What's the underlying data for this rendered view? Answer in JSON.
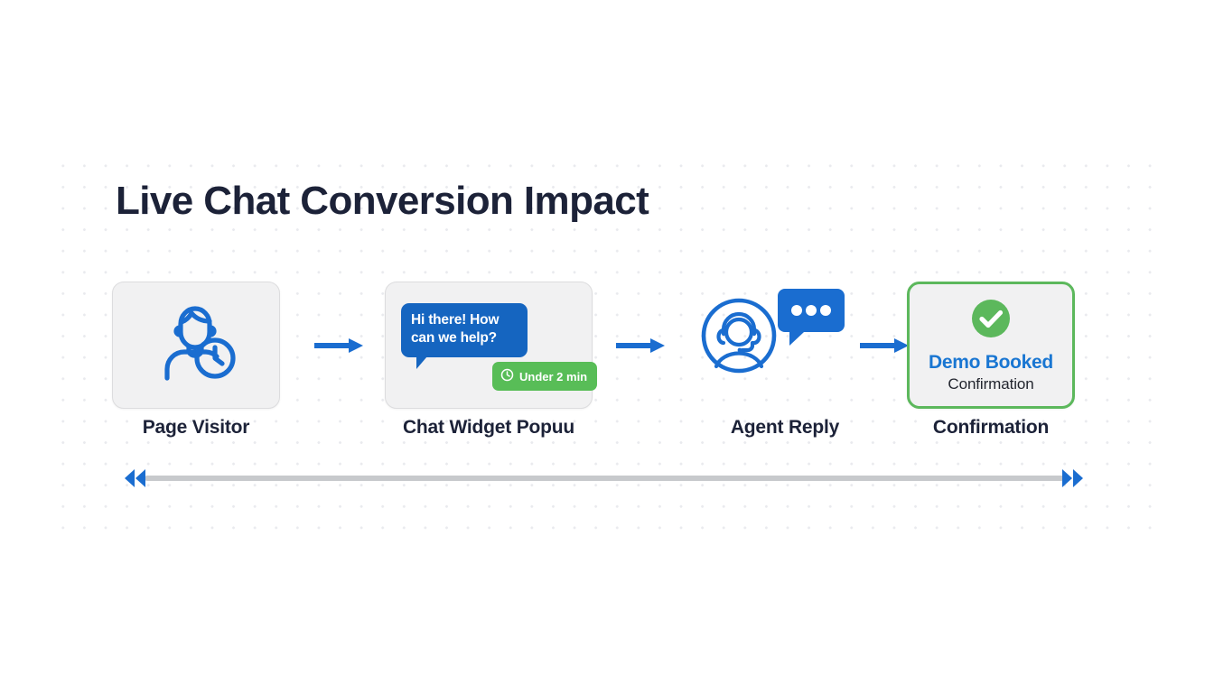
{
  "page": {
    "title": "Live Chat Conversion Impact",
    "background_color": "#ffffff",
    "dot_grid_color": "#e9eaee",
    "accent_blue": "#1a6dd0",
    "accent_green": "#58bd57",
    "title_color": "#1c2238"
  },
  "flow": {
    "stages": [
      {
        "id": "page-visitor",
        "label": "Page Visitor",
        "icon": "visitor-with-clock-icon",
        "card_style": "filled"
      },
      {
        "id": "chat-widget-popup",
        "label": "Chat Widget Popuu",
        "icon": "chat-bubble-icon",
        "card_style": "filled",
        "bubble_text": "Hi there! How can we help?",
        "badge": {
          "icon": "clock-icon",
          "text": "Under 2 min",
          "color": "#58bd57"
        }
      },
      {
        "id": "agent-reply",
        "label": "Agent Reply",
        "icon": "headset-agent-icon",
        "card_style": "plain",
        "typing_icon": "typing-dots-bubble-icon"
      },
      {
        "id": "confirmation",
        "label": "Confirmation",
        "icon": "check-circle-icon",
        "card_style": "success-outlined",
        "border_color": "#5cb85c",
        "title": "Demo Booked",
        "title_color": "#1976d2",
        "subtitle": "Confirmation"
      }
    ],
    "connectors": [
      {
        "id": "connector-1",
        "icon": "arrow-right-icon"
      },
      {
        "id": "connector-2",
        "icon": "arrow-right-icon"
      },
      {
        "id": "connector-3",
        "icon": "arrow-right-icon"
      }
    ]
  },
  "timeline": {
    "left_icon": "rewind-double-chevron-left-icon",
    "right_icon": "fastforward-double-chevron-right-icon",
    "bar_color": "#c7c9cc"
  }
}
